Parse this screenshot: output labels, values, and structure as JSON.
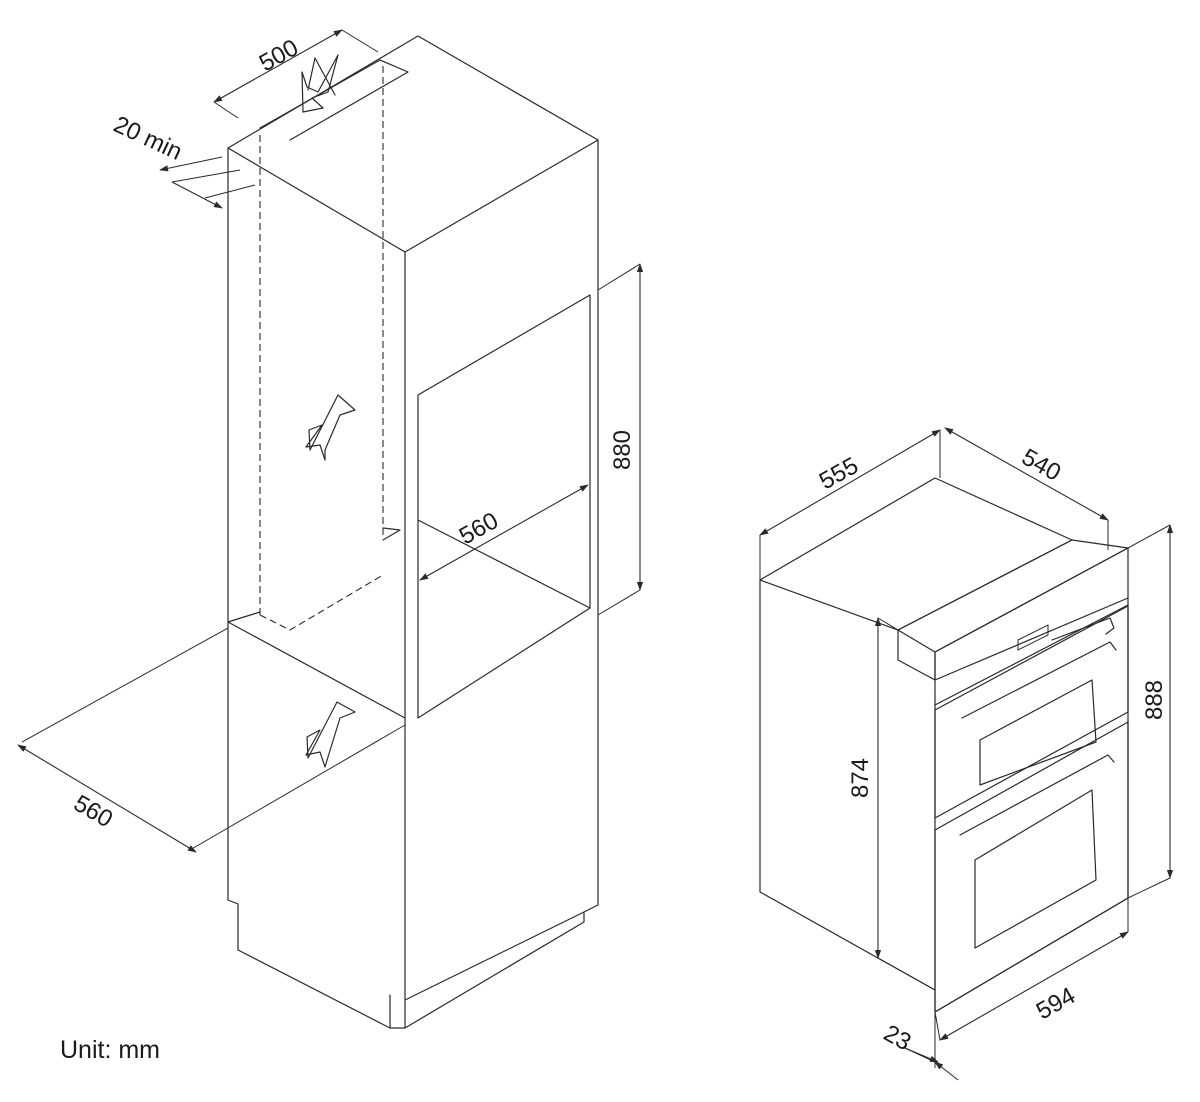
{
  "unit_label": "Unit: mm",
  "cabinet": {
    "dims": {
      "vent_width": "500",
      "gap_min": "20 min",
      "niche_height": "880",
      "niche_width": "560",
      "cabinet_depth": "560"
    }
  },
  "oven": {
    "dims": {
      "depth": "555",
      "side": "540",
      "height_total": "888",
      "height_body": "874",
      "width": "594",
      "front_thickness": "23"
    }
  },
  "icons": [
    "airflow-arrow-icon"
  ]
}
